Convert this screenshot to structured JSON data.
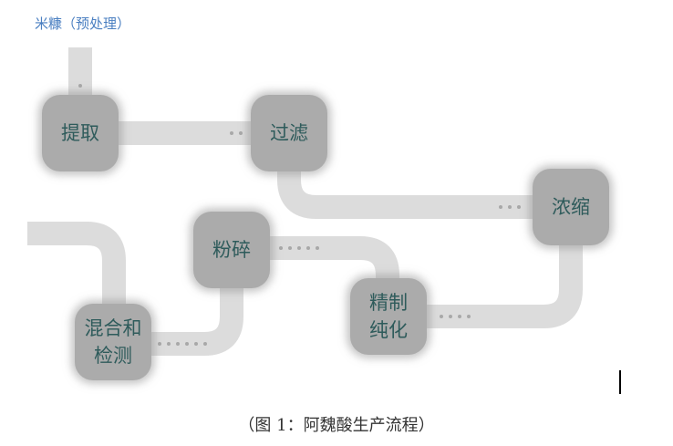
{
  "input_label": "米糠（预处理）",
  "steps": {
    "extract": "提取",
    "filter": "过滤",
    "concentrate": "浓缩",
    "refine_1": "精制",
    "refine_2": "纯化",
    "grind": "粉碎",
    "mix_1": "混合和",
    "mix_2": "检测"
  },
  "caption": "（图 1：阿魏酸生产流程）",
  "colors": {
    "node_fill": "#ababab",
    "node_text": "#2e5b5b",
    "connector": "#dcdcdc",
    "dots": "#a8a8a8",
    "input_label": "#4a7fc1"
  }
}
